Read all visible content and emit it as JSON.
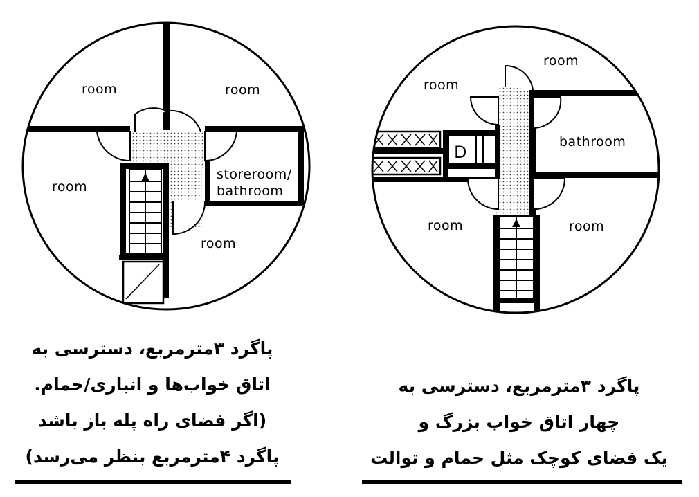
{
  "left_plan": {
    "labels": {
      "room_top_left": "room",
      "room_top_right": "room",
      "room_mid_left": "room",
      "storeroom_line1": "storeroom/",
      "storeroom_line2": "bathroom",
      "room_bottom_right": "room"
    },
    "caption_lines": [
      "پاگرد ۳مترمربع، دسترسی به",
      "اتاق خواب‌ها و انباری/حمام.",
      "(اگر فضای راه پله باز باشد",
      "پاگرد ۴مترمربع بنظر می‌رسد)"
    ]
  },
  "right_plan": {
    "labels": {
      "room_top_center": "room",
      "room_top_left": "room",
      "bathroom": "bathroom",
      "door_marker": "D",
      "room_bottom_left": "room",
      "room_bottom_right": "room"
    },
    "caption_lines": [
      "پاگرد ۳مترمربع، دسترسی به",
      "چهار اتاق خواب بزرگ و",
      "یک فضای کوچک مثل حمام و توالت"
    ]
  }
}
